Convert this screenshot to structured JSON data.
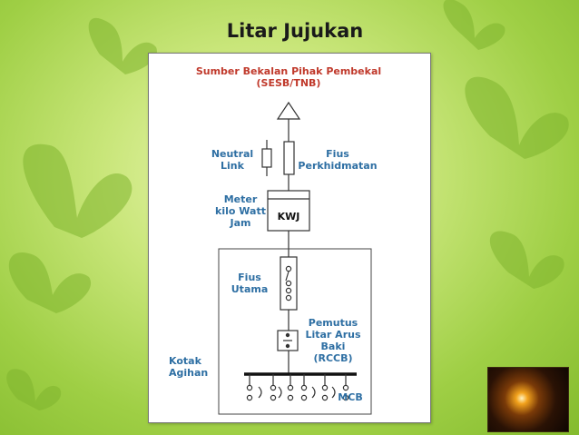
{
  "title": "Litar Jujukan",
  "labels": {
    "supply": "Sumber Bekalan Pihak Pembekal\n(SESB/TNB)",
    "neutral_link": "Neutral\nLink",
    "service_fuse": "Fius\nPerkhidmatan",
    "meter": "Meter\nkilo Watt\nJam",
    "kwj": "KWJ",
    "main_fuse": "Fius\nUtama",
    "rccb": "Pemutus\nLitar Arus\nBaki\n(RCCB)",
    "distribution_box": "Kotak\nAgihan",
    "mcb": "MCB"
  },
  "colors": {
    "title": "#1a1a1a",
    "supply_label": "#c0392b",
    "component_label": "#2e6fa3",
    "panel": "#ffffff"
  }
}
